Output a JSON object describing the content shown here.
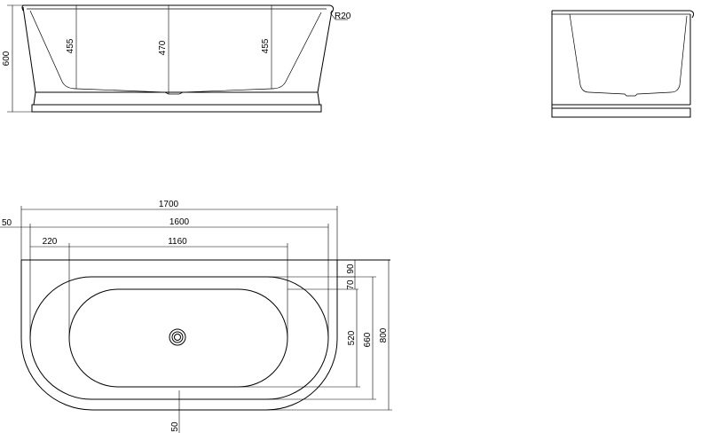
{
  "front_view": {
    "label_600": "600",
    "label_455_left": "455",
    "label_470": "470",
    "label_455_right": "455",
    "label_r20": "R20"
  },
  "top_view": {
    "label_1700": "1700",
    "label_50_left": "50",
    "label_1600": "1600",
    "label_220": "220",
    "label_1160": "1160",
    "label_90": "90",
    "label_70": "70",
    "label_520": "520",
    "label_660": "660",
    "label_800": "800",
    "label_50_bottom": "50"
  }
}
